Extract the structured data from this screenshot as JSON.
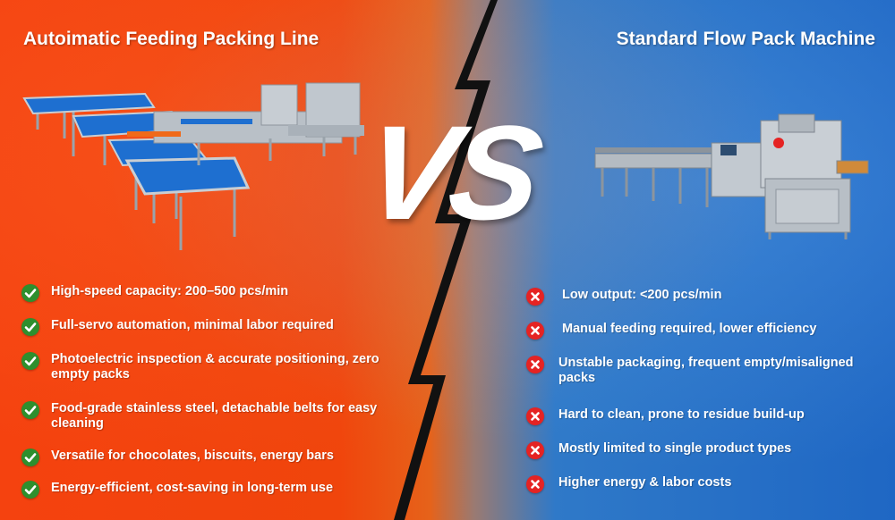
{
  "left": {
    "title": "Autoimatic Feeding Packing Line",
    "features": [
      "High-speed capacity: 200–500 pcs/min",
      "Full-servo automation, minimal labor required",
      "Photoelectric inspection & accurate positioning, zero empty packs",
      "Food-grade stainless steel, detachable belts for easy cleaning",
      "Versatile for chocolates, biscuits, energy bars",
      "Energy-efficient, cost-saving in long-term use"
    ],
    "feature_icon": "check-icon",
    "accent_color": "#f5420f"
  },
  "right": {
    "title": "Standard Flow Pack Machine",
    "features": [
      "Low output: <200 pcs/min",
      "Manual feeding required, lower efficiency",
      "Unstable packaging, frequent empty/misaligned packs",
      "Hard to clean, prone to residue build-up",
      "Mostly limited to single product types",
      "Higher energy & labor costs"
    ],
    "feature_icon": "x-icon",
    "accent_color": "#1f67c4"
  },
  "center": {
    "label": "VS"
  },
  "colors": {
    "check": "#2e8f2e",
    "cross": "#e52323",
    "belt": "#1e6fd0"
  }
}
